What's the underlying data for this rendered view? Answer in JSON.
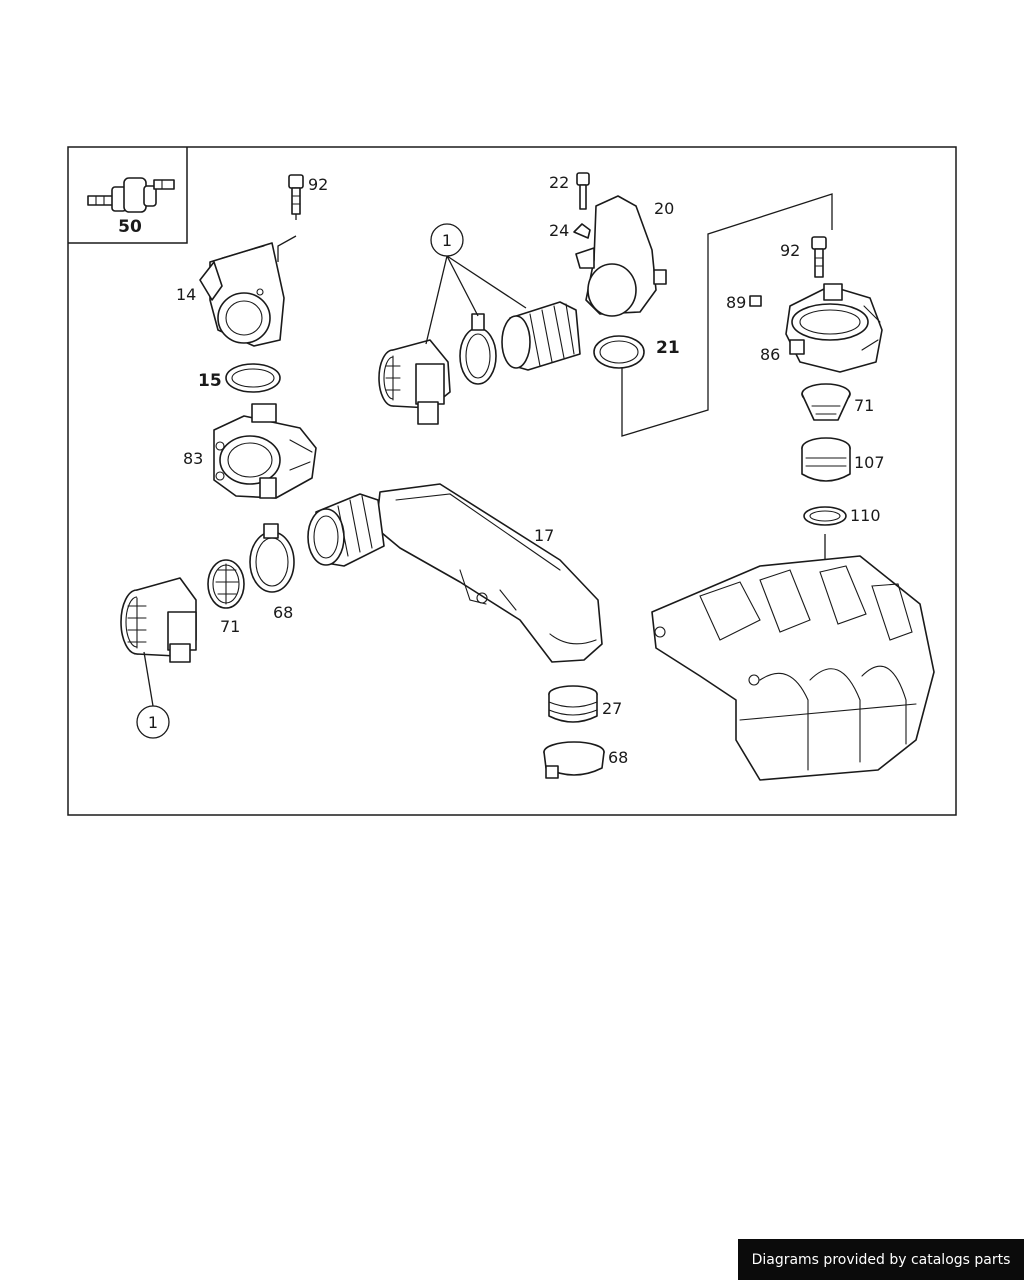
{
  "diagram": {
    "inset_label": "50",
    "callouts": {
      "c92a": "92",
      "c14": "14",
      "c15": "15",
      "c83": "83",
      "c1top": "1",
      "c22": "22",
      "c24": "24",
      "c20": "20",
      "c21": "21",
      "c92b": "92",
      "c89": "89",
      "c86": "86",
      "c71a": "71",
      "c107": "107",
      "c110": "110",
      "c17": "17",
      "c71b": "71",
      "c68a": "68",
      "c1bottom": "1",
      "c27": "27",
      "c68b": "68"
    }
  },
  "footer": {
    "text": "Diagrams provided by catalogs parts"
  }
}
